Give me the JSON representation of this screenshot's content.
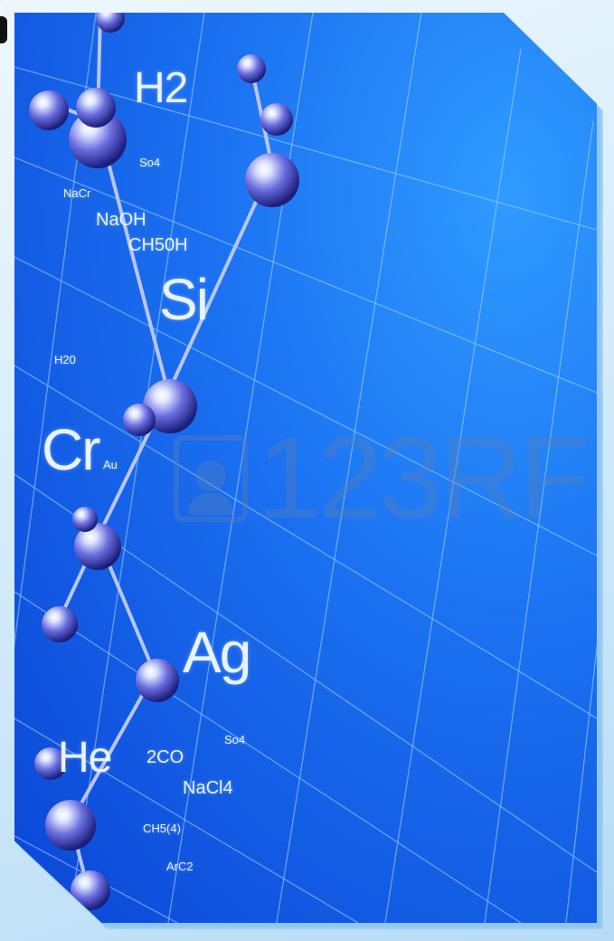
{
  "image": {
    "description_free": true,
    "labels": {
      "h2": "H2",
      "so4_top": "So4",
      "nacr": "NaCr",
      "naoh": "NaOH",
      "ch50h": "CH50H",
      "si": "Si",
      "h20": "H20",
      "cr": "Cr",
      "au": "Au",
      "ag": "Ag",
      "so4_bottom": "So4",
      "he": "He",
      "co2": "2CO",
      "nacl4": "NaCl4",
      "ch5": "CH5(4)",
      "arc2": "ArC2"
    },
    "watermark": "123RF"
  },
  "colors": {
    "background_light": "#d5ecfb",
    "photo_blue": "#1a6ff0",
    "watermark": "#5a7fb8"
  },
  "icons": {
    "watermark_icon": "camera-person-icon"
  }
}
